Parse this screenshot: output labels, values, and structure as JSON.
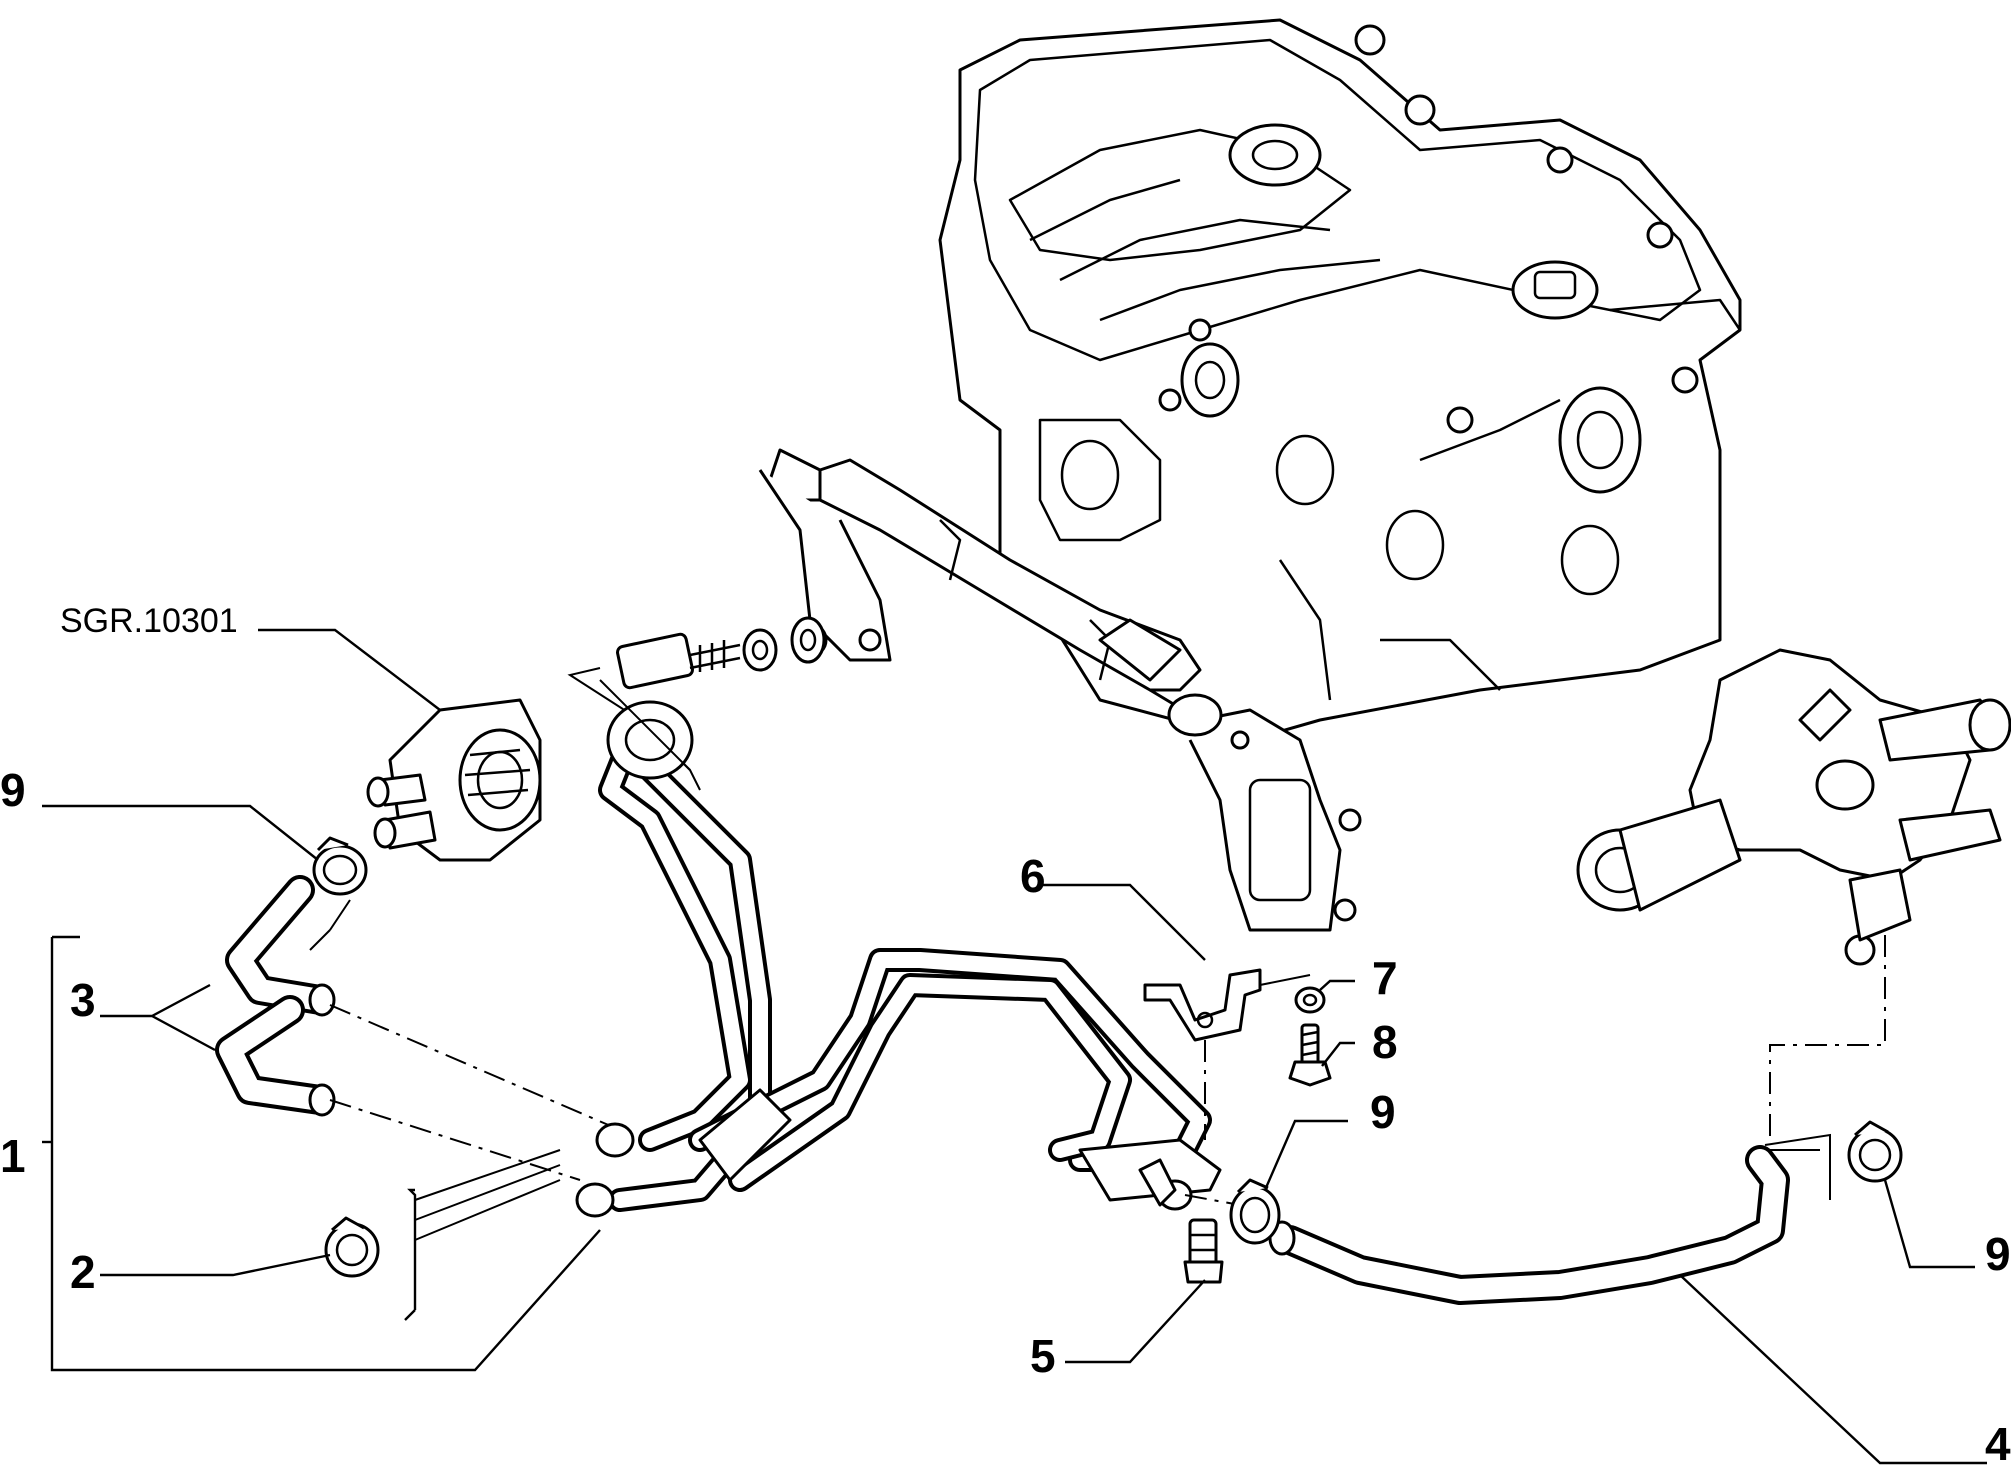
{
  "reference": "SGR.10301",
  "callouts": [
    {
      "id": "callout-1-left",
      "text": "1"
    },
    {
      "id": "callout-2",
      "text": "2"
    },
    {
      "id": "callout-3",
      "text": "3"
    },
    {
      "id": "callout-4",
      "text": "4"
    },
    {
      "id": "callout-5",
      "text": "5"
    },
    {
      "id": "callout-6",
      "text": "6"
    },
    {
      "id": "callout-7",
      "text": "7"
    },
    {
      "id": "callout-8",
      "text": "8"
    },
    {
      "id": "callout-9-topleft",
      "text": "9"
    },
    {
      "id": "callout-9-center",
      "text": "9"
    },
    {
      "id": "callout-9-right",
      "text": "9"
    }
  ]
}
